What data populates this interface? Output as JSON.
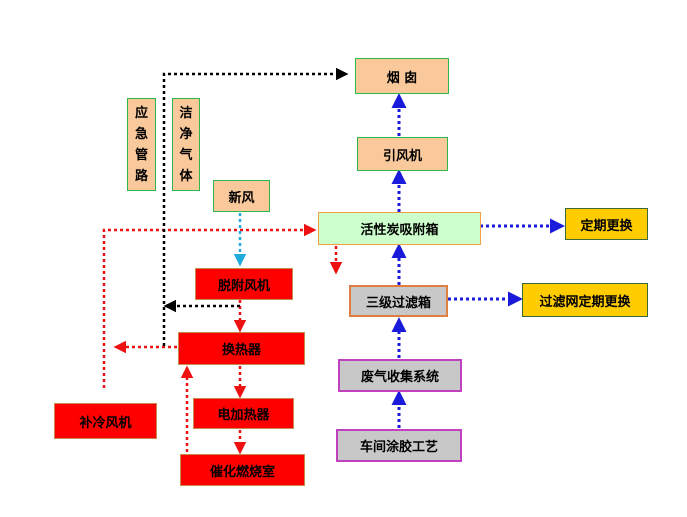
{
  "nodes": {
    "chimney": "烟 囱",
    "induced_fan": "引风机",
    "carbon_box": "活性炭吸附箱",
    "replace_periodic": "定期更换",
    "filter_box": "三级过滤箱",
    "filter_replace": "过滤网定期更换",
    "gas_collect": "废气收集系统",
    "workshop": "车间涂胶工艺",
    "fresh_air": "新风",
    "desorb_fan": "脱附风机",
    "heat_exchanger": "换热器",
    "electric_heater": "电加热器",
    "combustion": "催化燃烧室",
    "cooling_fan": "补冷风机",
    "emergency_pipe": [
      "应",
      "急",
      "管",
      "路"
    ],
    "clean_gas": [
      "洁",
      "净",
      "气",
      "体"
    ]
  },
  "colors": {
    "blue_flow": "#1a1adb",
    "red_flow": "#ee1111",
    "black_flow": "#000000",
    "cyan_flow": "#22aadd"
  }
}
